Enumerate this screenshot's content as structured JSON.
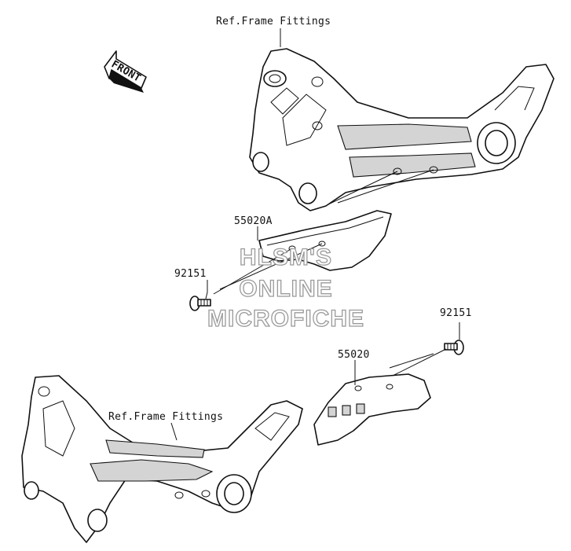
{
  "labels": {
    "ref_frame_top": "Ref.Frame Fittings",
    "ref_frame_bottom": "Ref.Frame Fittings",
    "part_55020A": "55020A",
    "part_55020": "55020",
    "bolt_left": "92151",
    "bolt_right": "92151",
    "front_arrow": "FRONT"
  },
  "watermark": {
    "line1": "HLSM'S",
    "line2": "ONLINE",
    "line3": "MICROFICHE"
  }
}
